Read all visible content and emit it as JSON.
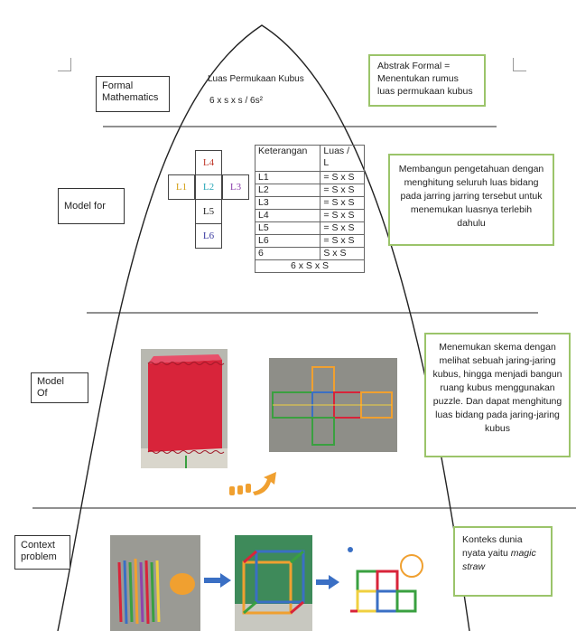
{
  "levels": {
    "formal": {
      "label": "Formal\nMathematics",
      "title": "Luas Permukaan Kubus",
      "formula": "6 x s x s / 6s²",
      "note": "Abstrak Formal = Menentukan rumus luas permukaan kubus"
    },
    "model_for": {
      "label": "Model for",
      "net_cells": [
        "L4",
        "L1",
        "L2",
        "L3",
        "L5",
        "L6"
      ],
      "net_colors": {
        "L4": "#c0392b",
        "L1": "#d4a017",
        "L2": "#2aa7b8",
        "L3": "#8e44ad",
        "L5": "#222222",
        "L6": "#3a3aa0"
      },
      "table": {
        "headers": [
          "Keterangan",
          "Luas /\nL"
        ],
        "rows": [
          [
            "L1",
            "= S x S"
          ],
          [
            "L2",
            "= S x S"
          ],
          [
            "L3",
            "= S x S"
          ],
          [
            "L4",
            "= S x S"
          ],
          [
            "L5",
            "= S x S"
          ],
          [
            "L6",
            "= S x S"
          ],
          [
            "6",
            "S  x S"
          ]
        ],
        "footer": "6 x S x S"
      },
      "note": "Membangun pengetahuan dengan menghitung seluruh luas bidang pada jarring jarring tersebut untuk menemukan luasnya terlebih dahulu"
    },
    "model_of": {
      "label": "Model\nOf",
      "note": "Menemukan skema dengan  melihat sebuah jaring-jaring kubus, hingga menjadi bangun ruang kubus menggunakan puzzle. Dan dapat menghitung luas bidang pada jaring-jaring kubus"
    },
    "context": {
      "label": "Context\nproblem",
      "note_plain": "Konteks dunia nyata yaitu ",
      "note_italic": "magic straw"
    }
  },
  "colors": {
    "green_border": "#9bc46a",
    "arrow_blue": "#3a6fc4",
    "arrow_orange": "#f0a030",
    "puzzle_red": "#d8243a"
  }
}
